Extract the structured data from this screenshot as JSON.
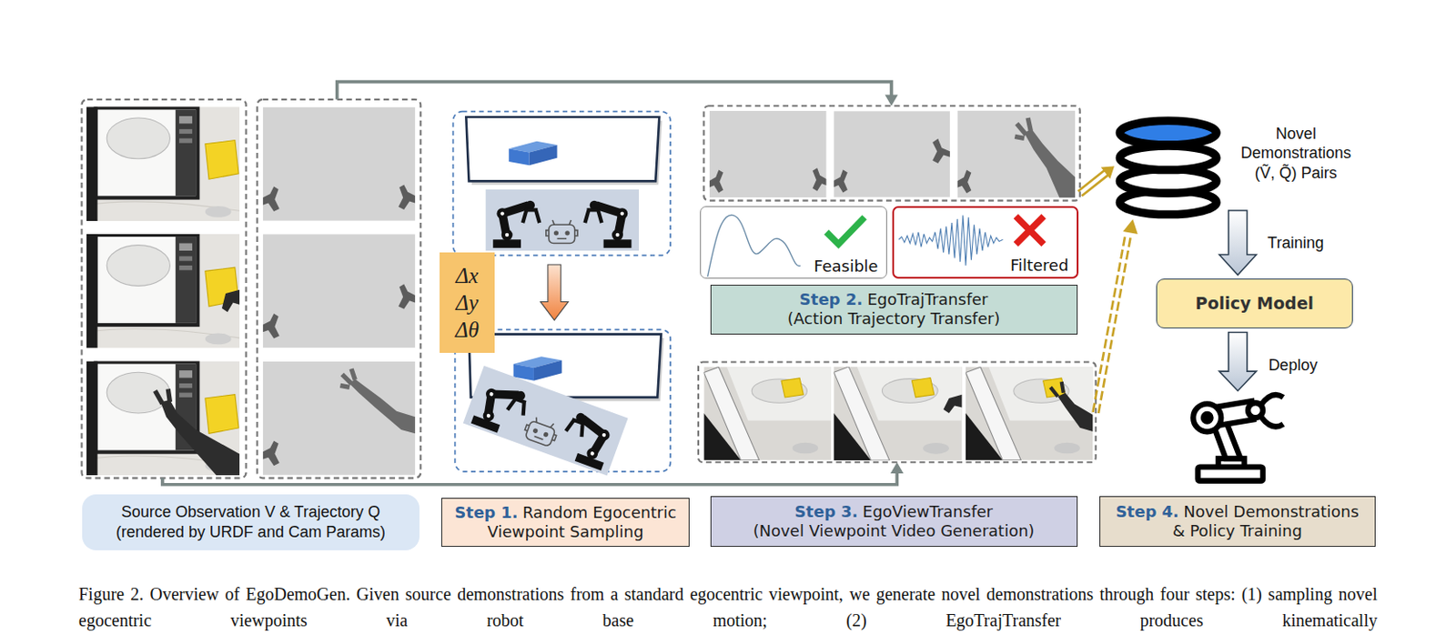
{
  "diagram": {
    "caption": "Figure 2. Overview of EgoDemoGen. Given source demonstrations from a standard egocentric viewpoint, we generate novel demonstrations through four steps: (1) sampling novel egocentric viewpoints via robot base motion; (2) EgoTrajTransfer produces kinematically",
    "nodes": [
      {
        "text": [
          "Source Observation V & Trajectory Q",
          "(rendered by URDF and Cam Params)"
        ]
      },
      {
        "text": [
          "Δx Δy Δθ"
        ]
      },
      {
        "text": [
          "Step 1.",
          "Random Egocentric",
          "Viewpoint Sampling"
        ]
      },
      {
        "text": [
          "Feasible"
        ]
      },
      {
        "text": [
          "Filtered"
        ]
      },
      {
        "text": [
          "Step 2.",
          "EgoTrajTransfer",
          "(Action Trajectory Transfer)"
        ]
      },
      {
        "text": [
          "Step 3.",
          "EgoViewTransfer",
          "(Novel Viewpoint Video Generation)"
        ]
      },
      {
        "text": [
          "Novel Demonstrations (Ṽ, Q̃) Pairs"
        ]
      },
      {
        "text": [
          "Policy Model"
        ]
      },
      {
        "text": [
          "Step 4.",
          "Novel Demonstrations",
          "& Policy Training"
        ]
      }
    ],
    "edges": [
      {
        "from": 7,
        "to": 8,
        "label": "Training",
        "arrow": "to"
      }
    ],
    "labels": [
      "Deploy"
    ]
  }
}
